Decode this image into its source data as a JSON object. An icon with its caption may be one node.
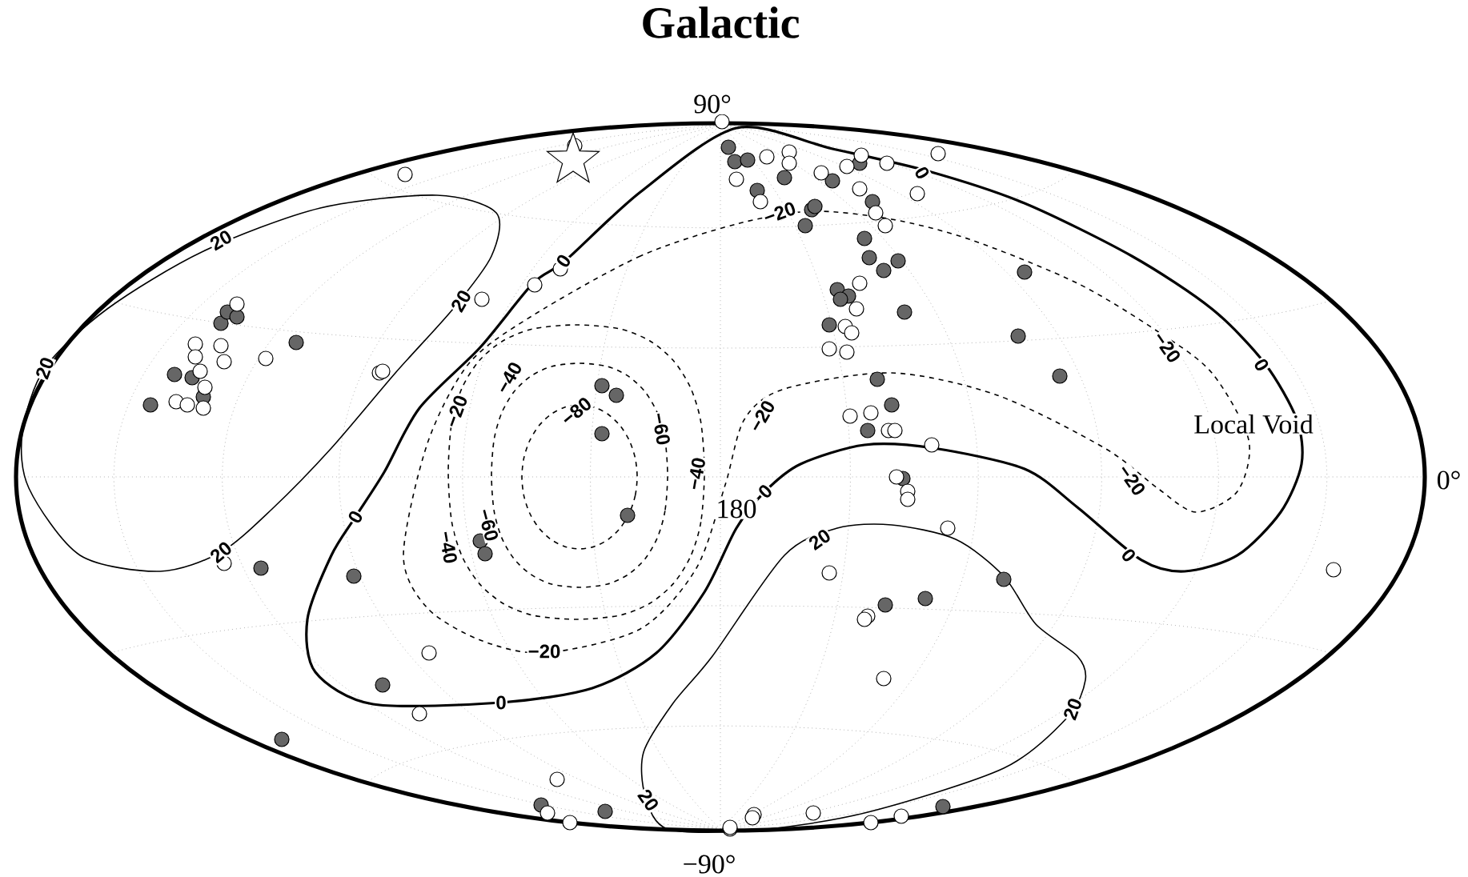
{
  "diagram": {
    "title": "Galactic",
    "labels": [
      "90°",
      "20",
      "0",
      "0",
      "−20",
      "20",
      "−20",
      "0",
      "20",
      "−40",
      "−80",
      "−20",
      "−20",
      "Local Void",
      "−60",
      "−40",
      "0°",
      "−20",
      "0",
      "180",
      "0",
      "−60",
      "20",
      "−40",
      "20",
      "0",
      "−20",
      "0",
      "20",
      "20",
      "−90°"
    ]
  }
}
